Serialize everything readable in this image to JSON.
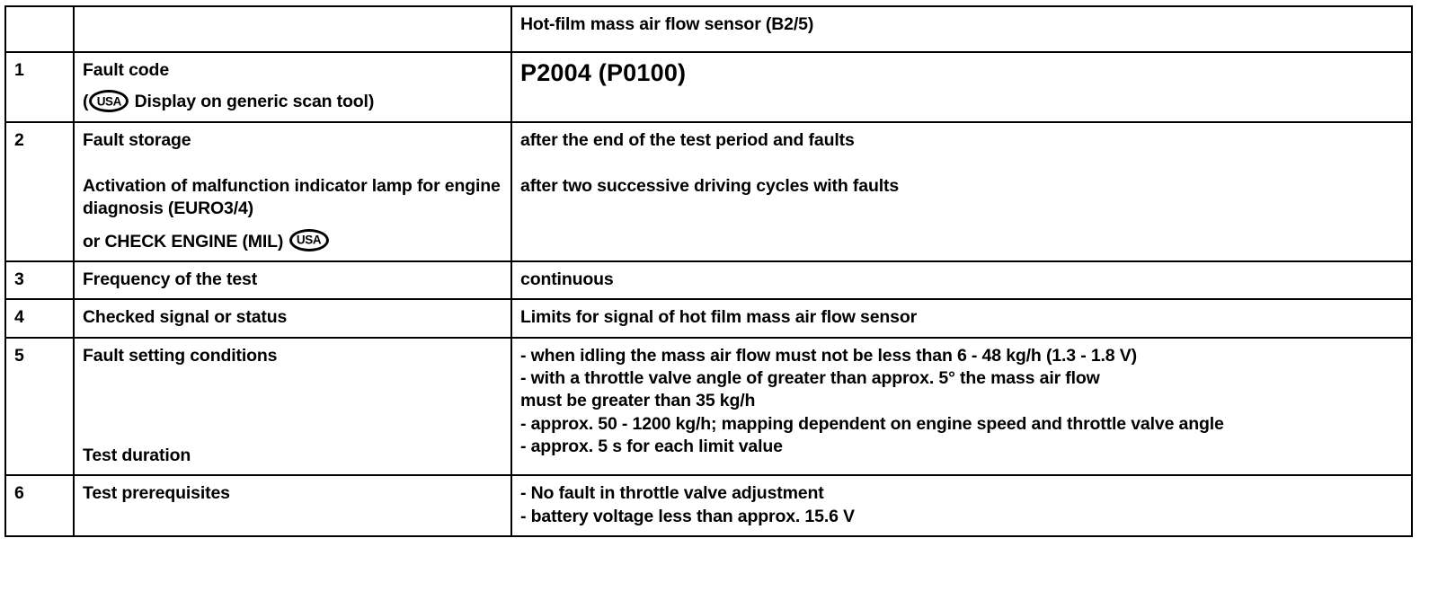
{
  "document": {
    "title": "Hot-film mass air flow sensor (B2/5)",
    "badge_text": "USA"
  },
  "table": {
    "header": {
      "num": "",
      "label": "",
      "value": "Hot-film mass air flow sensor (B2/5)"
    },
    "rows": [
      {
        "num": "1",
        "label_line1": "Fault code",
        "label_line2_prefix": "(",
        "label_line2_suffix": " Display on generic scan tool)",
        "value": "P2004 (P0100)"
      },
      {
        "num": "2",
        "label_line1": "Fault storage",
        "label_line2": "Activation of malfunction indicator lamp for engine diagnosis (EURO3/4)",
        "label_line3_prefix": "or CHECK ENGINE (MIL) ",
        "value_line1": "after the end of the test period and faults",
        "value_line2": "after two successive driving cycles with faults"
      },
      {
        "num": "3",
        "label": "Frequency of the test",
        "value": "continuous"
      },
      {
        "num": "4",
        "label": "Checked signal or status",
        "value": "Limits for signal of hot film mass air flow sensor"
      },
      {
        "num": "5",
        "label_bold": "Fault setting conditions",
        "label_second": "Test duration",
        "value_lines": [
          "- when idling the mass air flow must not be less than 6 - 48 kg/h (1.3 - 1.8 V)",
          "- with a throttle valve angle of greater than approx. 5° the mass air flow",
          "must be greater than 35 kg/h",
          "- approx. 50 - 1200 kg/h; mapping dependent on engine speed and throttle valve angle",
          "- approx. 5 s for each limit value"
        ]
      },
      {
        "num": "6",
        "label": "Test prerequisites",
        "value_lines": [
          "- No fault in throttle valve adjustment",
          "- battery voltage less than approx. 15.6 V"
        ]
      }
    ]
  }
}
